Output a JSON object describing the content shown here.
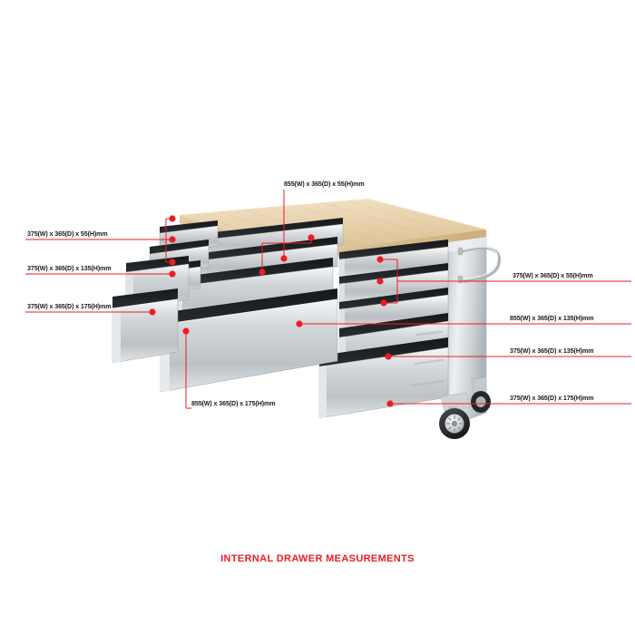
{
  "figure": {
    "title": "INTERNAL DRAWER MEASUREMENTS",
    "accent_color": "#ED1C24",
    "label_color": "#1a1a1a",
    "background": "#ffffff",
    "product": "rolling tool chest workbench with wooden top, open drawers and swivel casters"
  },
  "callouts": {
    "top_center": {
      "text": "855(W) x 365(D) x 55(H)mm"
    },
    "left_1": {
      "text": "375(W) x 365(D) x 55(H)mm"
    },
    "left_2": {
      "text": "375(W) x 365(D) x 135(H)mm"
    },
    "left_3": {
      "text": "375(W) x 365(D) x 175(H)mm"
    },
    "bottom_center": {
      "text": "855(W) x 365(D) x 175(H)mm"
    },
    "right_1": {
      "text": "375(W) x 365(D) x 55(H)mm"
    },
    "right_2": {
      "text": "855(W) x 365(D) x 135(H)mm"
    },
    "right_3": {
      "text": "375(W) x 365(D) x 135(H)mm"
    },
    "right_4": {
      "text": "375(W) x 365(D) x 175(H)mm"
    }
  },
  "drawer_specs": {
    "widths_mm": [
      375,
      855
    ],
    "depth_mm": 365,
    "heights_mm": [
      55,
      135,
      175
    ],
    "unit": "mm"
  }
}
